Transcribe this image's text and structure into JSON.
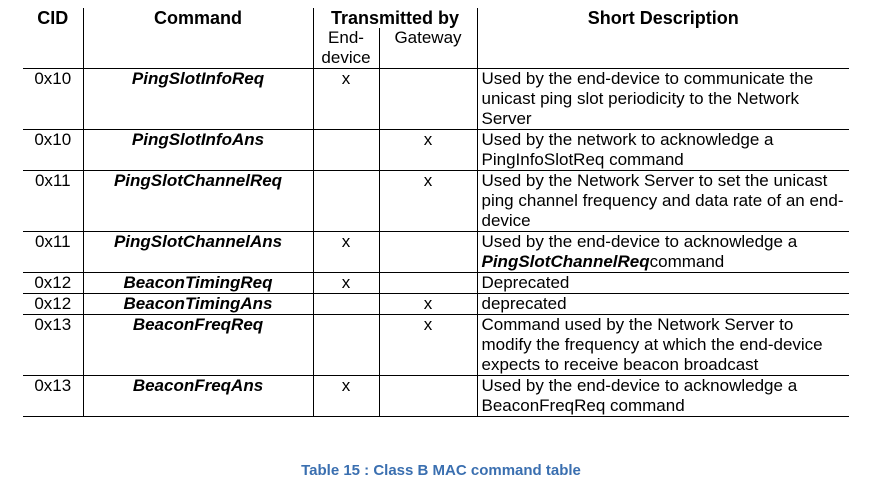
{
  "table": {
    "headers": {
      "cid": "CID",
      "command": "Command",
      "transmitted_by": "Transmitted by",
      "end_device_line1": "End-",
      "end_device_line2": "device",
      "gateway": "Gateway",
      "short_description": "Short Description"
    },
    "rows": [
      {
        "cid": "0x10",
        "command": "PingSlotInfoReq",
        "end_device": "x",
        "gateway": "",
        "description": "Used by the end-device to communicate the unicast ping slot periodicity to the Network Server",
        "description_cmd": "",
        "description_tail": ""
      },
      {
        "cid": "0x10",
        "command": "PingSlotInfoAns",
        "end_device": "",
        "gateway": "x",
        "description": "Used by the network to acknowledge a PingInfoSlotReq command",
        "description_cmd": "",
        "description_tail": ""
      },
      {
        "cid": "0x11",
        "command": "PingSlotChannelReq",
        "end_device": "",
        "gateway": "x",
        "description": "Used by the Network Server to set the unicast ping channel frequency and data rate of an end-device",
        "description_cmd": "",
        "description_tail": ""
      },
      {
        "cid": "0x11",
        "command": "PingSlotChannelAns",
        "end_device": "x",
        "gateway": "",
        "description": "Used by the end-device to acknowledge a ",
        "description_cmd": "PingSlotChannelReq",
        "description_tail": "command"
      },
      {
        "cid": "0x12",
        "command": "BeaconTimingReq",
        "end_device": "x",
        "gateway": "",
        "description": "Deprecated",
        "description_cmd": "",
        "description_tail": ""
      },
      {
        "cid": "0x12",
        "command": "BeaconTimingAns",
        "end_device": "",
        "gateway": "x",
        "description": "deprecated",
        "description_cmd": "",
        "description_tail": ""
      },
      {
        "cid": "0x13",
        "command": "BeaconFreqReq",
        "end_device": "",
        "gateway": "x",
        "description": "Command used by the Network Server to modify the frequency at which the end-device expects to receive beacon broadcast",
        "description_cmd": "",
        "description_tail": ""
      },
      {
        "cid": "0x13",
        "command": "BeaconFreqAns",
        "end_device": "x",
        "gateway": "",
        "description": "Used by the end-device to acknowledge a BeaconFreqReq command",
        "description_cmd": "",
        "description_tail": ""
      }
    ],
    "caption": "Table 15 : Class B MAC command table"
  },
  "colors": {
    "caption": "#3a6fb0",
    "text": "#000000",
    "rule": "#000000"
  }
}
